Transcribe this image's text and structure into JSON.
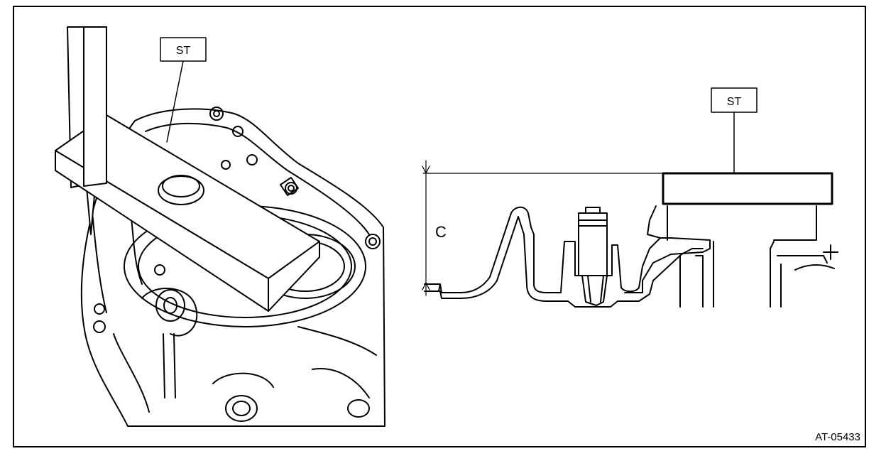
{
  "figure_id": "AT-05433",
  "labels": {
    "left_tool": "ST",
    "right_tool": "ST",
    "dimension": "C"
  },
  "colors": {
    "ink": "#000000",
    "paper": "#ffffff"
  }
}
